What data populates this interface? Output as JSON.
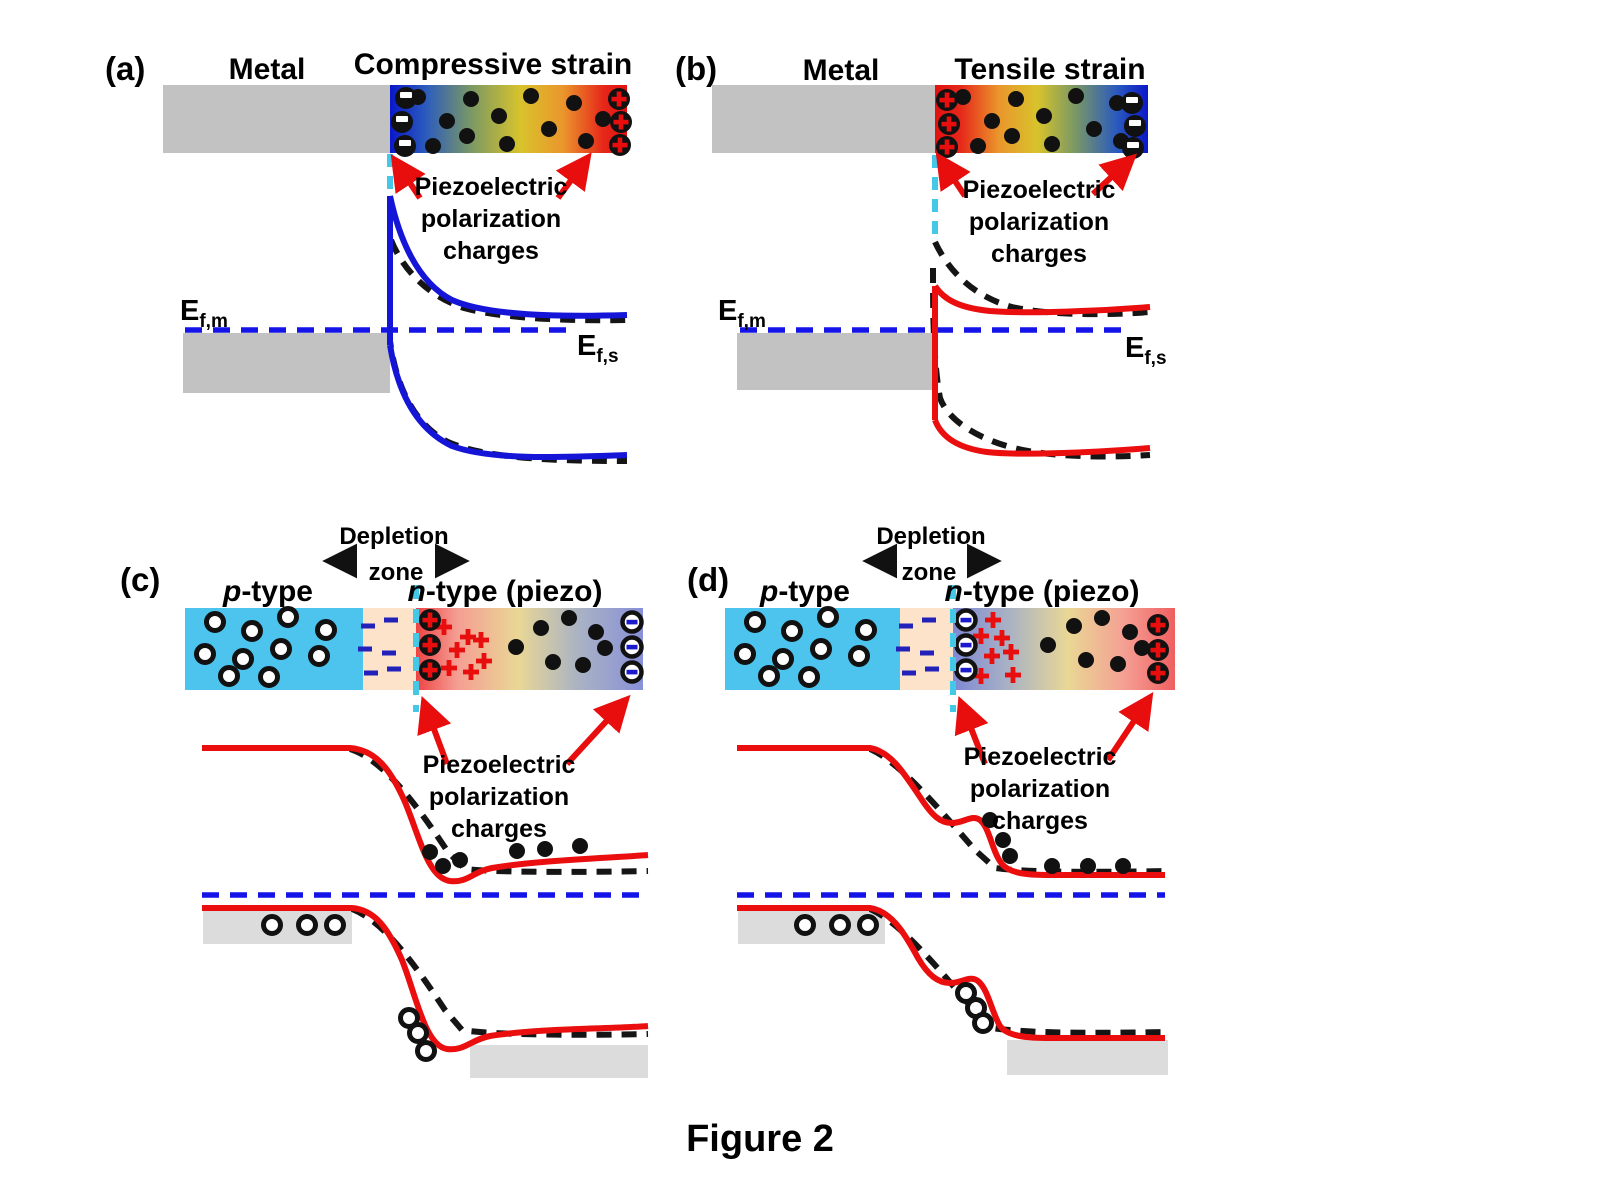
{
  "figure": {
    "caption": "Figure 2"
  },
  "colors": {
    "band_blue": "#1515d8",
    "band_red": "#ea0e0e",
    "fermi_blue": "#1414e8",
    "interface_cyan": "#45c8e8",
    "metal_gray": "#c2c2c2",
    "states_gray": "#dcdcdc",
    "p_type_blue": "#4cc4ee",
    "depletion_peach": "#fce3ca",
    "plus_red": "#e80e0e",
    "minus_blue": "#2222bb",
    "compressive_gradient": [
      "#0a17c9",
      "#2b5bbd",
      "#7e9a62",
      "#d8c32c",
      "#ea962c",
      "#e01111"
    ],
    "tensile_gradient": [
      "#e01111",
      "#ea962c",
      "#d8c32c",
      "#7e9a62",
      "#2b5bbd",
      "#0a17c9"
    ],
    "n_piezo_c_gradient": [
      "#ee4343",
      "#f59d93",
      "#e9d795",
      "#a9b2c4",
      "#8890d8"
    ],
    "n_piezo_d_gradient": [
      "#7e88d4",
      "#a9b2c4",
      "#e9d795",
      "#f59d93",
      "#ee6060"
    ]
  },
  "panels": {
    "a": {
      "label": "(a)",
      "metal_title": "Metal",
      "strain_title": "Compressive strain",
      "fermi_metal": {
        "main": "E",
        "sub": "f,m"
      },
      "fermi_semi": {
        "main": "E",
        "sub": "f,s"
      },
      "annotation": [
        "Piezoelectric",
        "polarization",
        "charges"
      ]
    },
    "b": {
      "label": "(b)",
      "metal_title": "Metal",
      "strain_title": "Tensile strain",
      "fermi_metal": {
        "main": "E",
        "sub": "f,m"
      },
      "fermi_semi": {
        "main": "E",
        "sub": "f,s"
      },
      "annotation": [
        "Piezoelectric",
        "polarization",
        "charges"
      ]
    },
    "c": {
      "label": "(c)",
      "depletion": [
        "Depletion",
        "zone"
      ],
      "p_label": {
        "em": "p",
        "rest": "-type"
      },
      "n_label": {
        "em": "n",
        "rest": "-type (piezo)"
      },
      "annotation": [
        "Piezoelectric",
        "polarization",
        "charges"
      ]
    },
    "d": {
      "label": "(d)",
      "depletion": [
        "Depletion",
        "zone"
      ],
      "p_label": {
        "em": "p",
        "rest": "-type"
      },
      "n_label": {
        "em": "n",
        "rest": "-type (piezo)"
      },
      "annotation": [
        "Piezoelectric",
        "polarization",
        "charges"
      ]
    }
  }
}
